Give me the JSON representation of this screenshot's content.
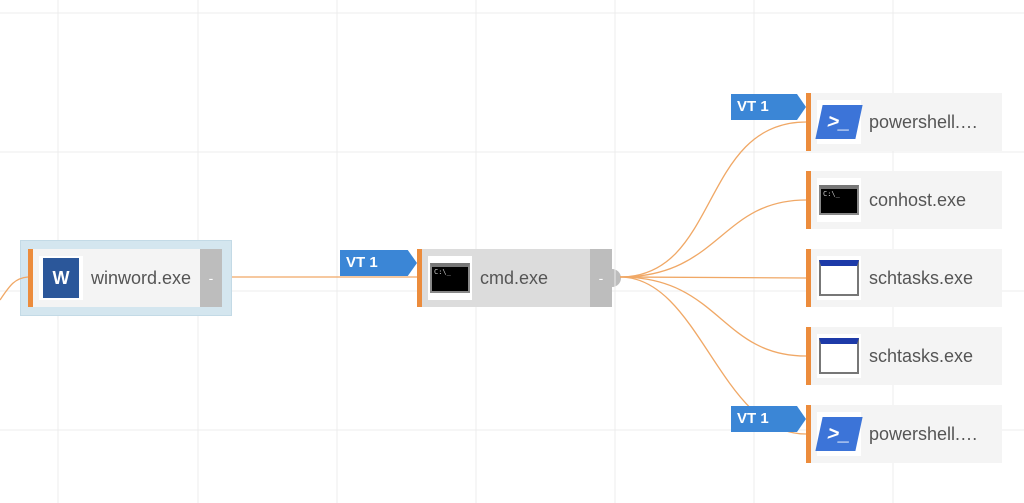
{
  "nodes": {
    "root": {
      "label": "winword.exe",
      "icon": "word-icon",
      "collapse": "-"
    },
    "cmd": {
      "label": "cmd.exe",
      "icon": "terminal-icon",
      "collapse": "-",
      "badge": "VT 1"
    },
    "children": [
      {
        "label": "powershell.…",
        "icon": "powershell-icon",
        "badge": "VT 1"
      },
      {
        "label": "conhost.exe",
        "icon": "terminal-icon"
      },
      {
        "label": "schtasks.exe",
        "icon": "window-icon"
      },
      {
        "label": "schtasks.exe",
        "icon": "window-icon"
      },
      {
        "label": "powershell.…",
        "icon": "powershell-icon",
        "badge": "VT 1"
      }
    ]
  },
  "colors": {
    "edge": "#f0a866",
    "accent": "#ec8c3c",
    "badge": "#3b86d6",
    "grid": "#ececec"
  }
}
